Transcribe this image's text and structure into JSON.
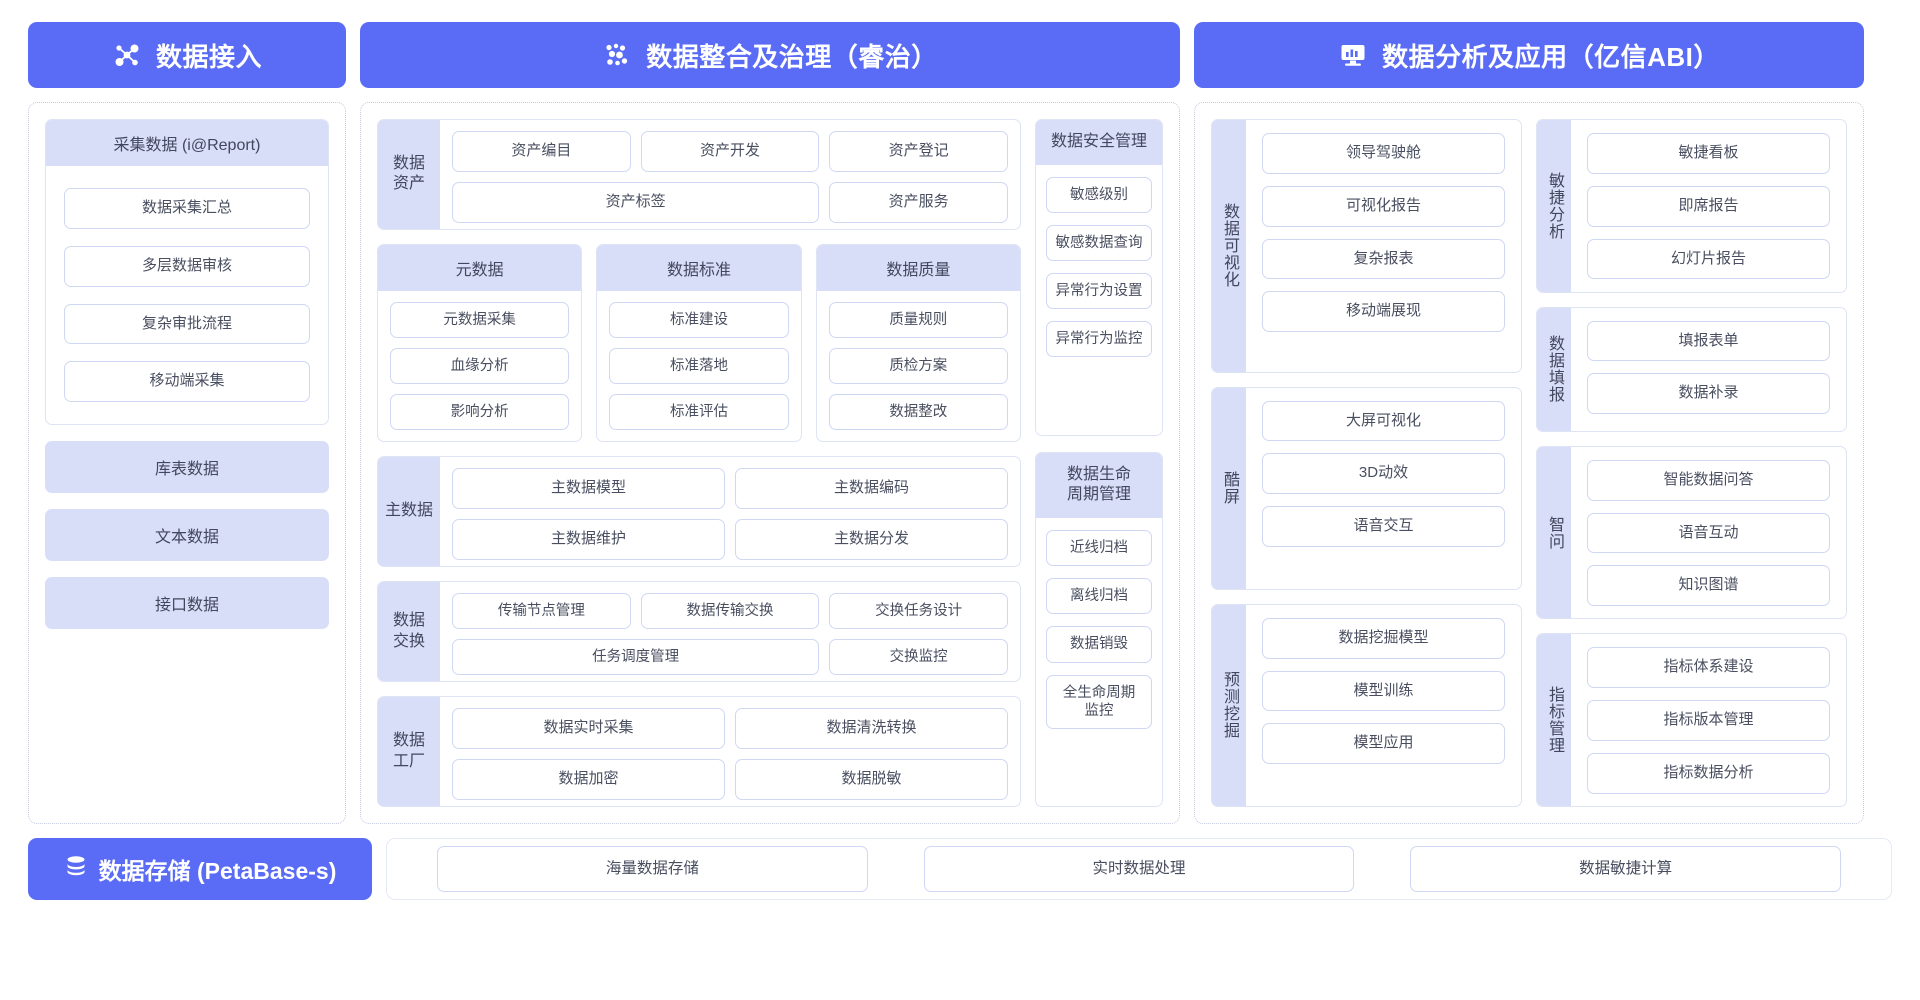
{
  "theme": {
    "accent": "#5a6cf5",
    "panel_header": "#d9def8",
    "pill_border": "#cfd8f3",
    "text": "#41475c"
  },
  "headers": [
    {
      "label": "数据接入",
      "icon": "data-access-nodes-icon"
    },
    {
      "label": "数据整合及治理（睿治）",
      "icon": "data-governance-dots-icon"
    },
    {
      "label": "数据分析及应用（亿信ABI）",
      "icon": "monitor-chart-icon"
    }
  ],
  "access": {
    "collect": {
      "title": "采集数据 (i@Report)",
      "items": [
        "数据采集汇总",
        "多层数据审核",
        "复杂审批流程",
        "移动端采集"
      ]
    },
    "sources": [
      "库表数据",
      "文本数据",
      "接口数据"
    ]
  },
  "governance": {
    "asset": {
      "label": "数据\n资产",
      "row1": [
        "资产编目",
        "资产开发",
        "资产登记"
      ],
      "row2": [
        "资产标签",
        "资产服务"
      ]
    },
    "trio": [
      {
        "title": "元数据",
        "items": [
          "元数据采集",
          "血缘分析",
          "影响分析"
        ]
      },
      {
        "title": "数据标准",
        "items": [
          "标准建设",
          "标准落地",
          "标准评估"
        ]
      },
      {
        "title": "数据质量",
        "items": [
          "质量规则",
          "质检方案",
          "数据整改"
        ]
      }
    ],
    "master": {
      "label": "主数据",
      "items": [
        "主数据模型",
        "主数据编码",
        "主数据维护",
        "主数据分发"
      ]
    },
    "exchange": {
      "label": "数据\n交换",
      "row1": [
        "传输节点管理",
        "数据传输交换",
        "交换任务设计"
      ],
      "row2": [
        "任务调度管理",
        "交换监控"
      ]
    },
    "factory": {
      "label": "数据\n工厂",
      "items": [
        "数据实时采集",
        "数据清洗转换",
        "数据加密",
        "数据脱敏"
      ]
    },
    "security": {
      "title": "数据安全管理",
      "items": [
        "敏感级别",
        "敏感数据查询",
        "异常行为设置",
        "异常行为监控"
      ]
    },
    "lifecycle": {
      "title": "数据生命\n周期管理",
      "items": [
        "近线归档",
        "离线归档",
        "数据销毁",
        "全生命周期\n监控"
      ]
    }
  },
  "analytics": {
    "left": [
      {
        "label": "数据可视化",
        "items": [
          "领导驾驶舱",
          "可视化报告",
          "复杂报表",
          "移动端展现"
        ]
      },
      {
        "label": "酷屏",
        "items": [
          "大屏可视化",
          "3D动效",
          "语音交互"
        ]
      },
      {
        "label": "预测挖掘",
        "items": [
          "数据挖掘模型",
          "模型训练",
          "模型应用"
        ]
      }
    ],
    "right": [
      {
        "label": "敏捷分析",
        "items": [
          "敏捷看板",
          "即席报告",
          "幻灯片报告"
        ]
      },
      {
        "label": "数据填报",
        "items": [
          "填报表单",
          "数据补录"
        ]
      },
      {
        "label": "智问",
        "items": [
          "智能数据问答",
          "语音互动",
          "知识图谱"
        ]
      },
      {
        "label": "指标管理",
        "items": [
          "指标体系建设",
          "指标版本管理",
          "指标数据分析"
        ]
      }
    ]
  },
  "storage": {
    "title": "数据存储 (PetaBase-s)",
    "icon": "database-stack-icon",
    "items": [
      "海量数据存储",
      "实时数据处理",
      "数据敏捷计算"
    ]
  }
}
